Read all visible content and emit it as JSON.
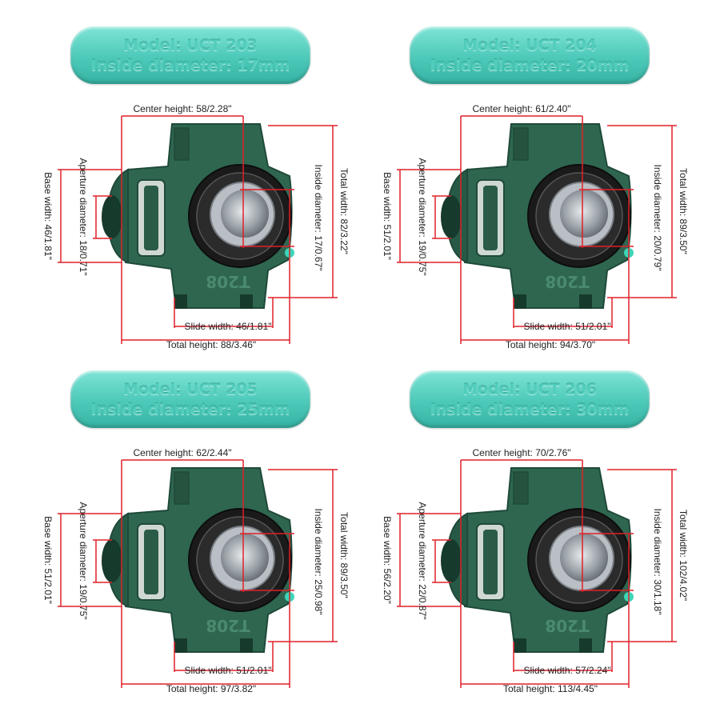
{
  "panels": [
    {
      "model": "Model: UCT 203",
      "inside_diameter": "Inside diameter: 17mm",
      "center_height": "Center height: 58/2.28\"",
      "total_width": "Total width: 82/3.22\"",
      "inside_dia_label": "Inside diameter: 17/0.67\"",
      "base_width": "Base width: 46/1.81\"",
      "aperture": "Aperture diameter: 18/0.71\"",
      "slide_width": "Slide width: 46/1.81\"",
      "total_height": "Total height: 88/3.46\"",
      "casting_mark": "T208"
    },
    {
      "model": "Model: UCT 204",
      "inside_diameter": "Inside diameter: 20mm",
      "center_height": "Center height: 61/2.40\"",
      "total_width": "Total width: 89/3.50\"",
      "inside_dia_label": "Inside diameter: 20/0.79\"",
      "base_width": "Base width: 51/2.01\"",
      "aperture": "Aperture diameter: 19/0.75\"",
      "slide_width": "Slide width: 51/2.01\"",
      "total_height": "Total height: 94/3.70\"",
      "casting_mark": "T208"
    },
    {
      "model": "Model: UCT 205",
      "inside_diameter": "Inside diameter: 25mm",
      "center_height": "Center height: 62/2.44\"",
      "total_width": "Total width: 89/3.50\"",
      "inside_dia_label": "Inside diameter: 25/0.98\"",
      "base_width": "Base width: 51/2.01\"",
      "aperture": "Aperture diameter: 19/0.75\"",
      "slide_width": "Slide width: 51/2.01\"",
      "total_height": "Total height: 97/3.82\"",
      "casting_mark": "T208"
    },
    {
      "model": "Model: UCT 206",
      "inside_diameter": "Inside diameter: 30mm",
      "center_height": "Center height: 70/2.76\"",
      "total_width": "Total width: 102/4.02\"",
      "inside_dia_label": "Inside diameter: 30/1.18\"",
      "base_width": "Base width: 56/2.20\"",
      "aperture": "Aperture diameter: 22/0.87\"",
      "slide_width": "Slide width: 57/2.24\"",
      "total_height": "Total height: 113/4.45\"",
      "casting_mark": "T208"
    }
  ],
  "colors": {
    "housing": "#2f6650",
    "housing_dark": "#1f4a39",
    "dimension_line": "#e0202a",
    "pill": "#4cc9b9",
    "bearing_ring": "#1a1a1a"
  }
}
